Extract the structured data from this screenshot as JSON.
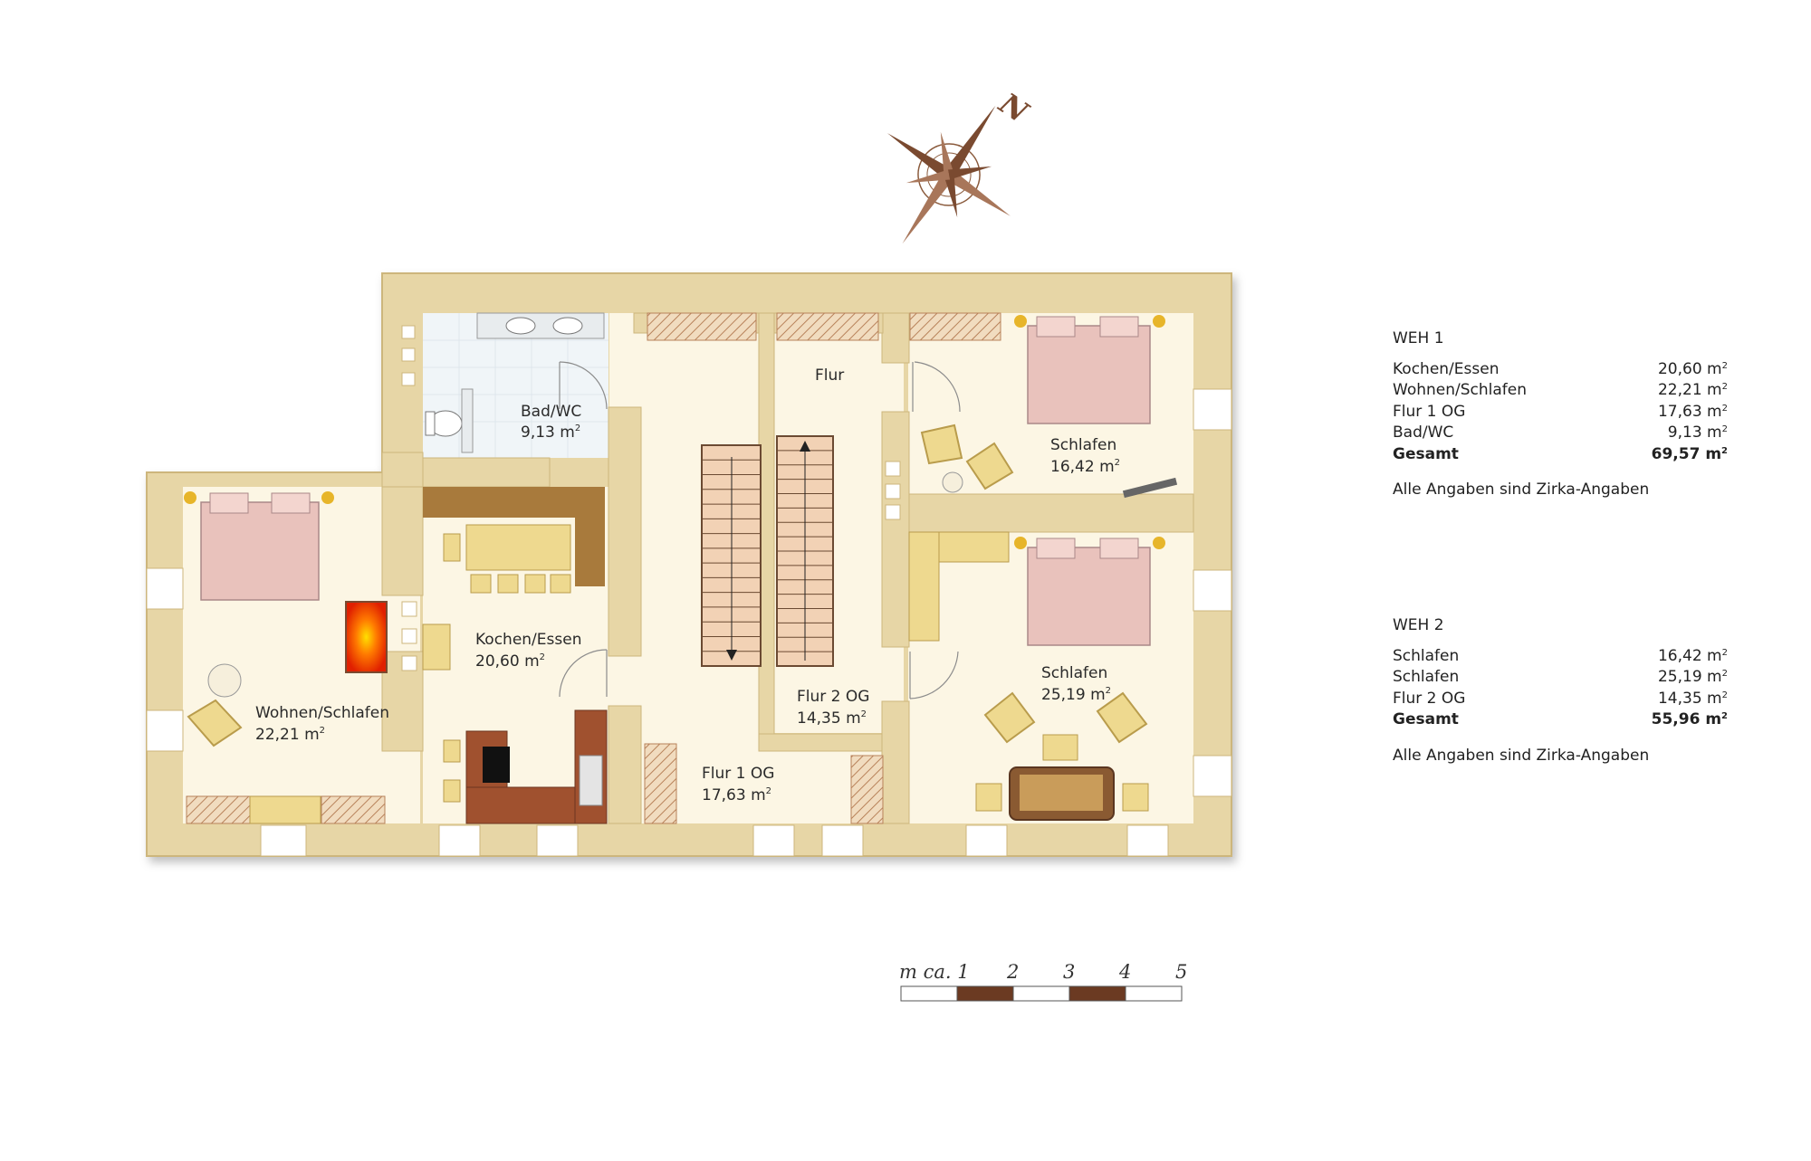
{
  "compass": {
    "north_label": "N"
  },
  "rooms": {
    "bad": {
      "name": "Bad/WC",
      "area": "9,13 m",
      "unit": "2"
    },
    "kochen": {
      "name": "Kochen/Essen",
      "area": "20,60 m",
      "unit": "2"
    },
    "wohnen": {
      "name": "Wohnen/Schlafen",
      "area": "22,21 m",
      "unit": "2"
    },
    "flur": {
      "name": "Flur"
    },
    "flur1": {
      "name": "Flur 1 OG",
      "area": "17,63 m",
      "unit": "2"
    },
    "flur2": {
      "name": "Flur 2 OG",
      "area": "14,35 m",
      "unit": "2"
    },
    "schlafen1": {
      "name": "Schlafen",
      "area": "16,42 m",
      "unit": "2"
    },
    "schlafen2": {
      "name": "Schlafen",
      "area": "25,19 m",
      "unit": "2"
    }
  },
  "scale": {
    "label": "m ca. 1",
    "ticks": [
      "2",
      "3",
      "4",
      "5"
    ]
  },
  "weh1": {
    "title": "WEH 1",
    "rows": [
      {
        "label": "Kochen/Essen",
        "value": "20,60 m",
        "unit": "2"
      },
      {
        "label": "Wohnen/Schlafen",
        "value": "22,21 m",
        "unit": "2"
      },
      {
        "label": "Flur 1 OG",
        "value": "17,63 m",
        "unit": "2"
      },
      {
        "label": "Bad/WC",
        "value": "9,13 m",
        "unit": "2"
      }
    ],
    "total": {
      "label": "Gesamt",
      "value": "69,57 m",
      "unit": "2"
    },
    "note": "Alle Angaben sind Zirka-Angaben"
  },
  "weh2": {
    "title": "WEH 2",
    "rows": [
      {
        "label": "Schlafen",
        "value": "16,42 m",
        "unit": "2"
      },
      {
        "label": "Schlafen",
        "value": "25,19 m",
        "unit": "2"
      },
      {
        "label": "Flur 2 OG",
        "value": "14,35 m",
        "unit": "2"
      }
    ],
    "total": {
      "label": "Gesamt",
      "value": "55,96 m",
      "unit": "2"
    },
    "note": "Alle Angaben sind Zirka-Angaben"
  },
  "colors": {
    "wall": "#e7d6a6",
    "wall_edge": "#cdb67c",
    "floor": "#fcf6e4",
    "tile": "#f0f5f8",
    "bed": "#e9c2bc",
    "furniture": "#eed98f",
    "brown": "#7a4a30",
    "counter": "#a0512f",
    "stairs": "#f2d2b5",
    "window": "#ffffff"
  }
}
